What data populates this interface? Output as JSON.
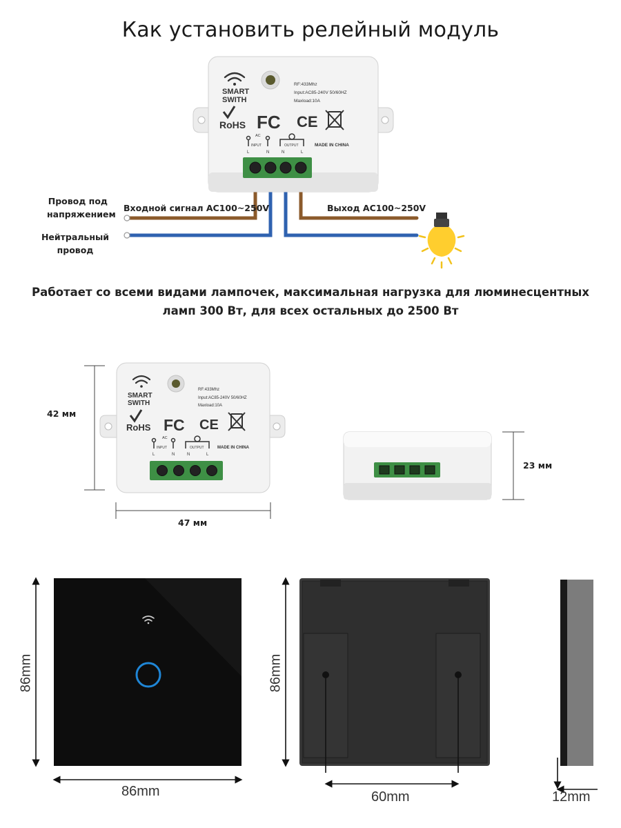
{
  "title": "Как установить релейный модуль",
  "wiring": {
    "live_label_line1": "Провод под",
    "live_label_line2": "напряжением",
    "neutral_label_line1": "Нейтральный",
    "neutral_label_line2": "провод",
    "input_signal": "Входной сигнал AC100~250V",
    "output_signal": "Выход AC100~250V",
    "wire_colors": {
      "live": "#8b5a2b",
      "neutral": "#2f62b0"
    }
  },
  "module": {
    "brand_line1": "SMART",
    "brand_line2": "SWITH",
    "spec_rf": "RF:433Mhz",
    "spec_input": "Input:AC85-240V 50/60HZ",
    "spec_load": "Maxload:10A",
    "cert_rohs": "RoHS",
    "cert_fc": "FC",
    "cert_ce": "CE",
    "ac_label": "AC",
    "input_label": "INPUT",
    "output_label": "OUTPUT",
    "made_in": "MADE IN CHINA",
    "pin_l": "L",
    "pin_n": "N"
  },
  "description": {
    "line1": "Работает со всеми видами лампочек, максимальная нагрузка для  люминесцентных",
    "line2": "ламп 300 Вт, для всех остальных до 2500 Вт"
  },
  "dimensions": {
    "module_height": "42 мм",
    "module_width": "47 мм",
    "module_depth": "23 мм",
    "panel_height_front": "86mm",
    "panel_width_front": "86mm",
    "panel_height_back": "86mm",
    "panel_mount_spacing": "60mm",
    "panel_depth": "12mm"
  }
}
